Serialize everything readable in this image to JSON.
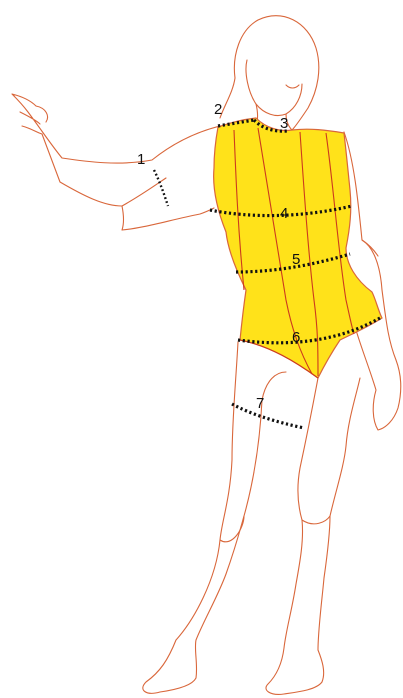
{
  "colors": {
    "outline": "#d9673b",
    "garment_fill": "#ffe21a",
    "seam": "#cc3a1e",
    "measure_line": "#111111"
  },
  "labels": [
    "1",
    "2",
    "3",
    "4",
    "5",
    "6",
    "7"
  ]
}
